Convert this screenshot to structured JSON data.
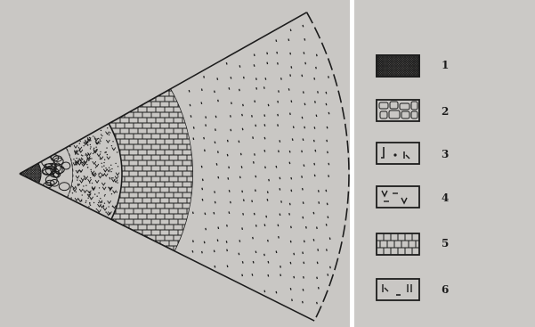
{
  "diagram": {
    "zones": [
      {
        "id": "zone-1",
        "pattern": "dense-crosshatch"
      },
      {
        "id": "zone-2",
        "pattern": "cobbles"
      },
      {
        "id": "zone-3",
        "pattern": "scattered-marks"
      },
      {
        "id": "zone-4",
        "pattern": "v-and-dash-marks"
      },
      {
        "id": "zone-5",
        "pattern": "brick"
      },
      {
        "id": "zone-6",
        "pattern": "sparse-dots"
      }
    ]
  },
  "legend": {
    "items": [
      {
        "label": "1",
        "pattern": "dense-crosshatch"
      },
      {
        "label": "2",
        "pattern": "cobbles"
      },
      {
        "label": "3",
        "pattern": "scattered-marks"
      },
      {
        "label": "4",
        "pattern": "v-and-dash-marks"
      },
      {
        "label": "5",
        "pattern": "brick"
      },
      {
        "label": "6",
        "pattern": "sparse-marks"
      }
    ]
  },
  "colors": {
    "paper": "#c9c7c4",
    "ink": "#1c1c1c"
  }
}
